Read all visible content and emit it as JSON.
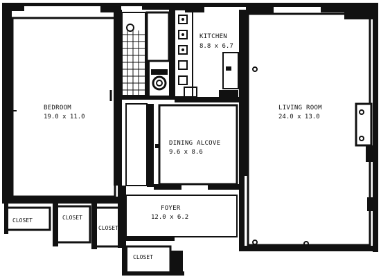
{
  "plan": {
    "wall_color": "#111111",
    "floor_color": "#ffffff",
    "rooms": {
      "bedroom": {
        "name": "BEDROOM",
        "dims": "19.0 x 11.0"
      },
      "kitchen": {
        "name": "KITCHEN",
        "dims": "8.8 x 6.7"
      },
      "living_room": {
        "name": "LIVING ROOM",
        "dims": "24.0 x 13.0"
      },
      "dining_alcove": {
        "name": "DINING ALCOVE",
        "dims": "9.6 x 8.6"
      },
      "foyer": {
        "name": "FOYER",
        "dims": "12.0 x 6.2"
      }
    },
    "closets": [
      {
        "name": "CLOSET"
      },
      {
        "name": "CLOSET"
      },
      {
        "name": "CLOSET"
      },
      {
        "name": "CLOSET"
      }
    ]
  }
}
